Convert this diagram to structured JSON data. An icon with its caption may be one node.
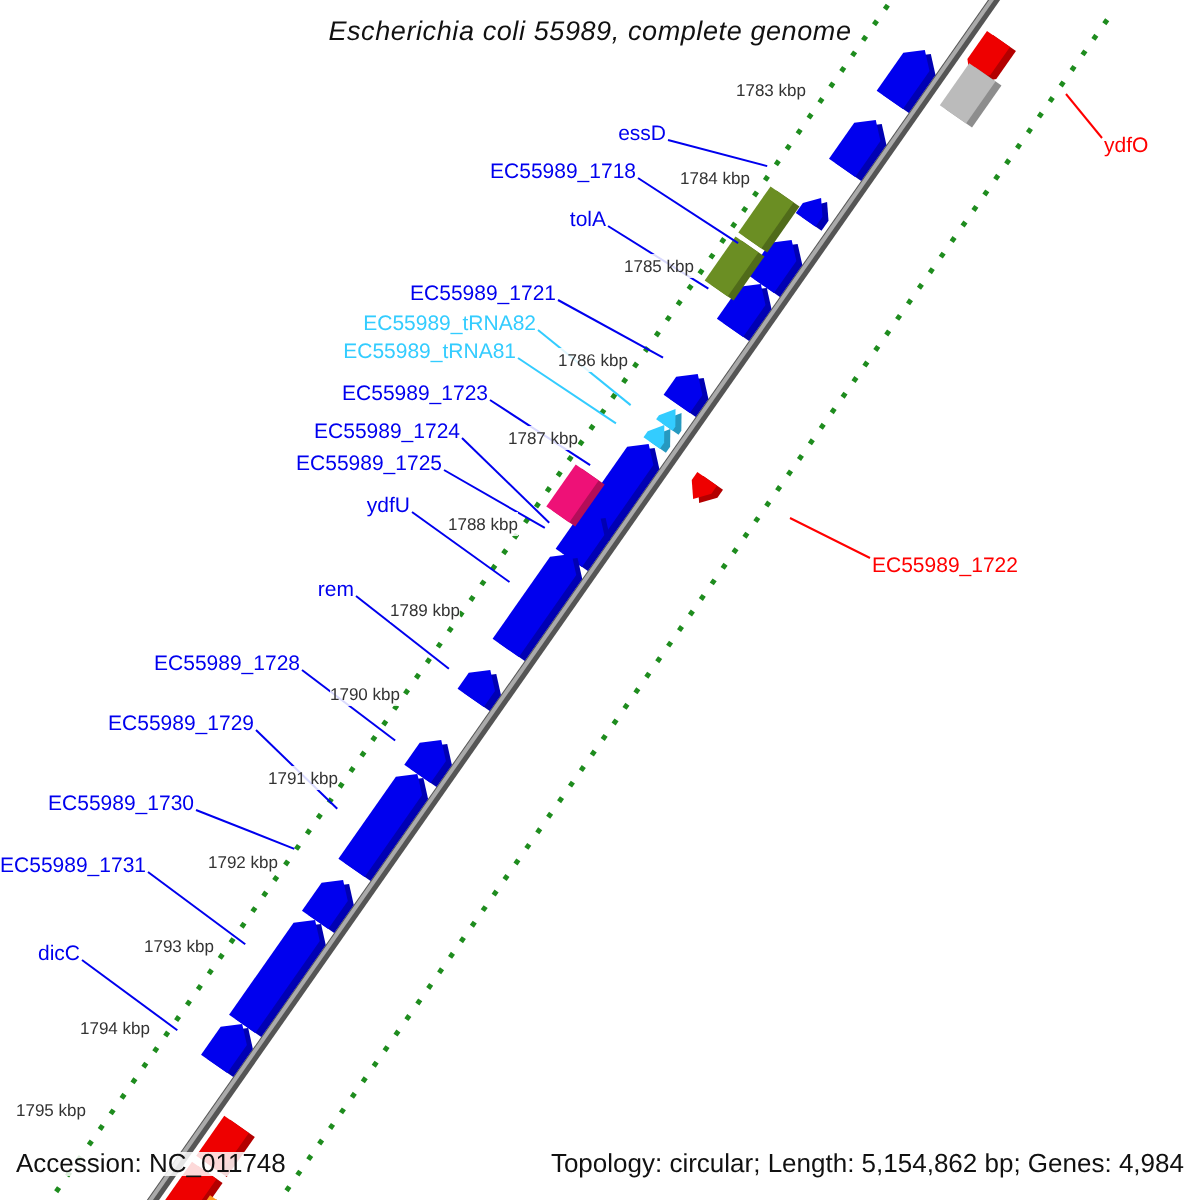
{
  "diagram": {
    "title": "Escherichia coli 55989, complete genome",
    "nodes": [
      {
        "text": [
          "essD"
        ]
      },
      {
        "text": [
          "ydfO"
        ]
      },
      {
        "text": [
          "EC55989_1718"
        ]
      },
      {
        "text": [
          "tolA"
        ]
      },
      {
        "text": [
          "EC55989_1721"
        ]
      },
      {
        "text": [
          "EC55989_tRNA82"
        ]
      },
      {
        "text": [
          "EC55989_tRNA81"
        ]
      },
      {
        "text": [
          "EC55989_1723"
        ]
      },
      {
        "text": [
          "EC55989_1724"
        ]
      },
      {
        "text": [
          "EC55989_1725"
        ]
      },
      {
        "text": [
          "ydfU"
        ]
      },
      {
        "text": [
          "EC55989_1722"
        ]
      },
      {
        "text": [
          "rem"
        ]
      },
      {
        "text": [
          "EC55989_1728"
        ]
      },
      {
        "text": [
          "EC55989_1729"
        ]
      },
      {
        "text": [
          "EC55989_1730"
        ]
      },
      {
        "text": [
          "EC55989_1731"
        ]
      },
      {
        "text": [
          "dicC"
        ]
      }
    ],
    "edges": [
      {
        "from": 0,
        "to": null,
        "arrow": "none"
      },
      {
        "from": 1,
        "to": null,
        "arrow": "none",
        "color": "#ff0000"
      },
      {
        "from": 2,
        "to": null,
        "arrow": "none"
      },
      {
        "from": 3,
        "to": null,
        "arrow": "none"
      },
      {
        "from": 4,
        "to": null,
        "arrow": "none"
      },
      {
        "from": 5,
        "to": null,
        "arrow": "none",
        "color": "#33ccff"
      },
      {
        "from": 6,
        "to": null,
        "arrow": "none",
        "color": "#33ccff"
      },
      {
        "from": 7,
        "to": null,
        "arrow": "none"
      },
      {
        "from": 8,
        "to": null,
        "arrow": "none"
      },
      {
        "from": 9,
        "to": null,
        "arrow": "none"
      },
      {
        "from": 10,
        "to": null,
        "arrow": "none"
      },
      {
        "from": 11,
        "to": null,
        "arrow": "none",
        "color": "#ff0000"
      },
      {
        "from": 12,
        "to": null,
        "arrow": "none"
      },
      {
        "from": 13,
        "to": null,
        "arrow": "none"
      },
      {
        "from": 14,
        "to": null,
        "arrow": "none"
      },
      {
        "from": 15,
        "to": null,
        "arrow": "none"
      },
      {
        "from": 16,
        "to": null,
        "arrow": "none"
      },
      {
        "from": 17,
        "to": null,
        "arrow": "none"
      }
    ],
    "labels": [
      "1783 kbp",
      "1784 kbp",
      "1785 kbp",
      "1786 kbp",
      "1787 kbp",
      "1788 kbp",
      "1789 kbp",
      "1790 kbp",
      "1791 kbp",
      "1792 kbp",
      "1793 kbp",
      "1794 kbp",
      "1795 kbp",
      "Accession: NC_011748",
      "Topology: circular; Length: 5,154,862 bp; Genes: 4,984"
    ]
  }
}
